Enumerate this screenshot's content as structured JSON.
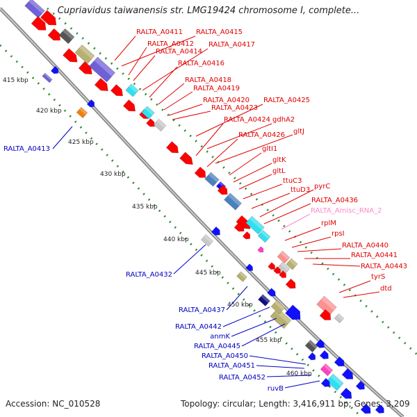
{
  "title": "Cupriavidus taiwanensis str. LMG19424 chromosome I, complete...",
  "accession": "Accession: NC_010528",
  "topology": "Topology: circular; Length: 3,416,911 bp; Genes: 3,209",
  "colors": {
    "backbone": "#8a8a8a",
    "gc_tick": "#2e8b2e",
    "forward_label": "#e00000",
    "reverse_label": "#0000c0",
    "rna_label": "#ff88c8",
    "gene_red": "#ff0000",
    "gene_blue": "#1010ff",
    "gene_purple": "#7060d8",
    "gene_olive": "#b8b070",
    "gene_cyan": "#30e0f0",
    "gene_steelblue": "#4a80c0",
    "gene_gray": "#c8c8c8",
    "gene_darkgray": "#555555",
    "gene_pink": "#ff9090",
    "gene_orange": "#f08010",
    "gene_navy": "#101080",
    "gene_magenta": "#ff40c0"
  },
  "scale_labels": [
    "415 kbp",
    "420 kbp",
    "425 kbp",
    "430 kbp",
    "435 kbp",
    "440 kbp",
    "445 kbp",
    "450 kbp",
    "455 kbp",
    "460 kbp"
  ],
  "forward_labels": [
    "RALTA_A0411",
    "RALTA_A0415",
    "RALTA_A0412",
    "RALTA_A0417",
    "RALTA_A0414",
    "RALTA_A0416",
    "RALTA_A0418",
    "RALTA_A0419",
    "RALTA_A0420",
    "RALTA_A0425",
    "RALTA_A0423",
    "gdhA2",
    "RALTA_A0424",
    "gltJ",
    "RALTA_A0426",
    "gltI1",
    "gltK",
    "gltL",
    "ttuC3",
    "pyrC",
    "ttuD3",
    "RALTA_A0436",
    "RALTA_Amisc_RNA_2",
    "rplM",
    "rpsI",
    "RALTA_A0440",
    "RALTA_A0441",
    "RALTA_A0443",
    "tyrS",
    "dtd"
  ],
  "reverse_labels": [
    "RALTA_A0413",
    "RALTA_A0432",
    "RALTA_A0437",
    "RALTA_A0442",
    "anmK",
    "RALTA_A0445",
    "RALTA_A0450",
    "RALTA_A0451",
    "RALTA_A0452",
    "ruvB"
  ]
}
